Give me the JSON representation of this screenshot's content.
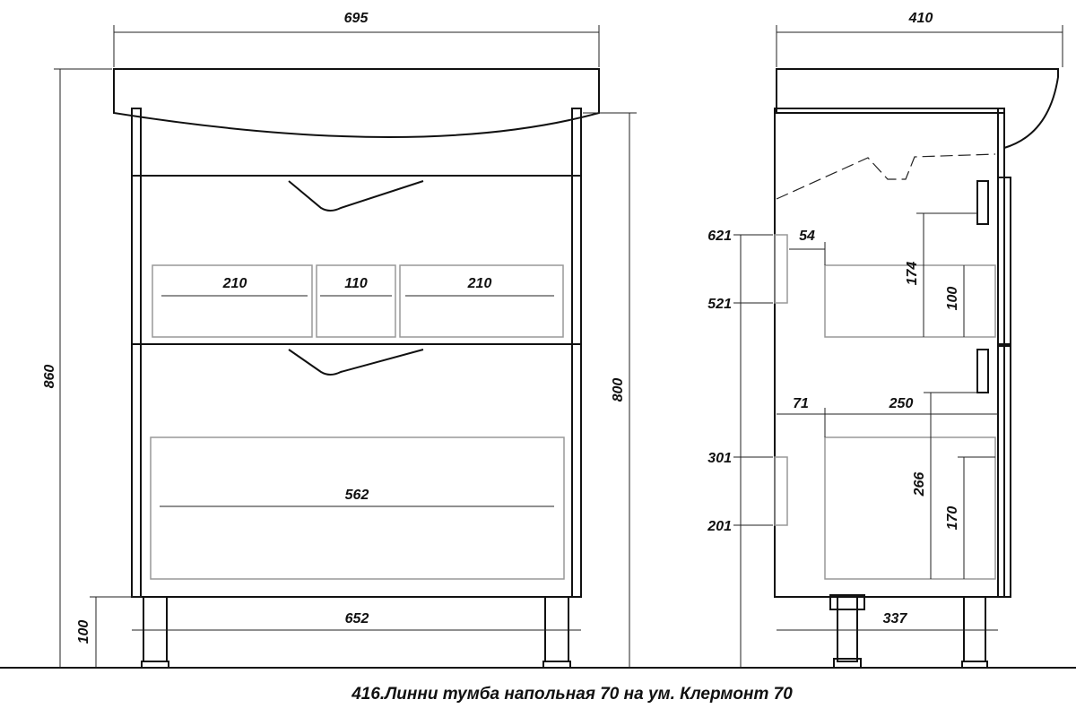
{
  "caption": "416.Линни тумба напольная 70 на ум. Клермонт 70",
  "front_view": {
    "overall_width": "695",
    "overall_height": "860",
    "body_height": "800",
    "leg_height": "100",
    "inner_width": "652",
    "top_compartment_1": "210",
    "top_compartment_2": "110",
    "top_compartment_3": "210",
    "bottom_drawer_inner": "562"
  },
  "side_view": {
    "overall_depth": "410",
    "body_depth": "337",
    "handle_top_upper": "621",
    "handle_top_lower": "521",
    "handle_bottom_upper": "301",
    "handle_bottom_lower": "201",
    "top_drawer_offset": "54",
    "top_drawer_height": "174",
    "top_drawer_inner": "100",
    "bottom_drawer_offset": "71",
    "bottom_drawer_depth": "250",
    "bottom_drawer_height": "266",
    "bottom_drawer_inner": "170"
  }
}
